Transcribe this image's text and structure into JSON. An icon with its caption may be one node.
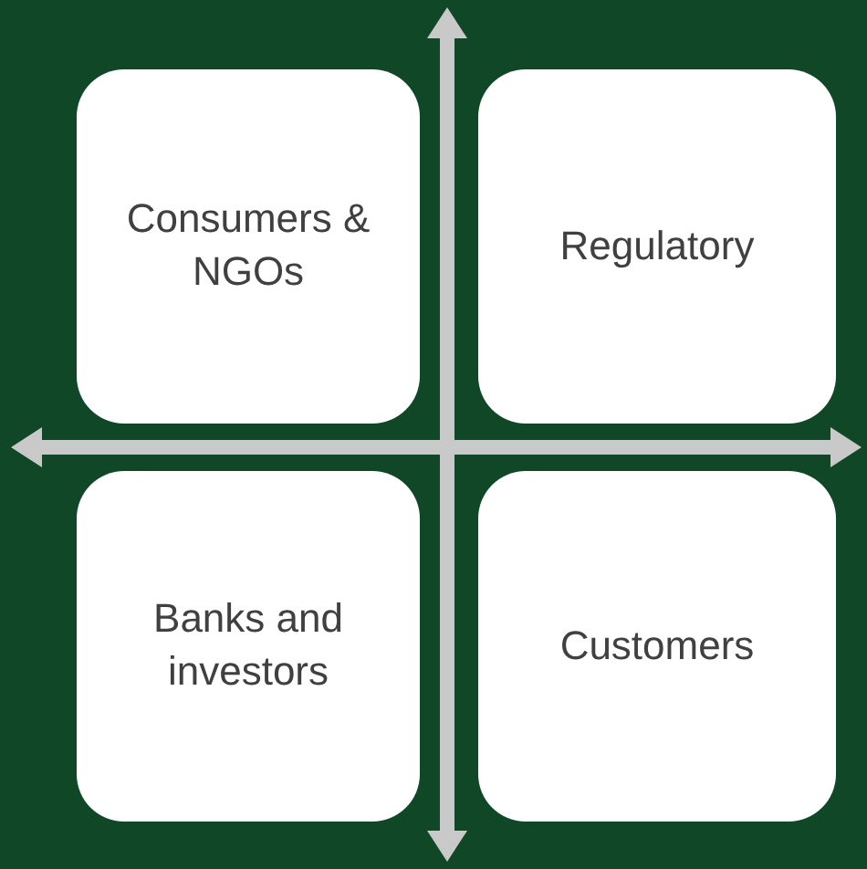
{
  "diagram": {
    "nodes": [
      {
        "text": [
          "Consumers & NGOs"
        ]
      },
      {
        "text": [
          "Regulatory"
        ]
      },
      {
        "text": [
          "Banks and investors"
        ]
      },
      {
        "text": [
          "Customers"
        ]
      }
    ]
  }
}
